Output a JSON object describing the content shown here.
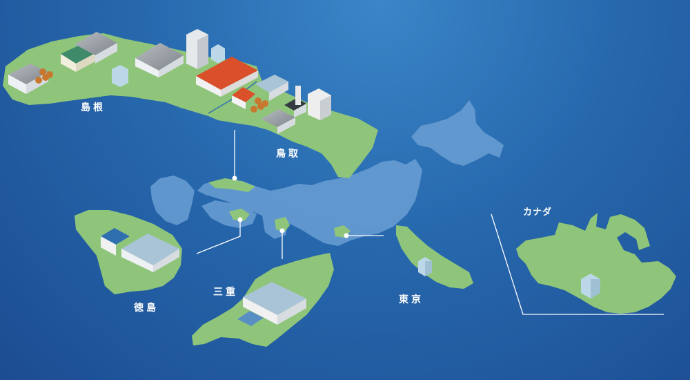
{
  "locations": {
    "shimane": "島根",
    "tottori": "鳥取",
    "tokushima": "徳島",
    "mie": "三重",
    "tokyo": "東京",
    "canada": "カナダ"
  },
  "colors": {
    "sea_light": "#3a86c8",
    "sea_dark": "#1c4c92",
    "land": "#8fc57a",
    "japan_silhouette": "#6a9fd4",
    "connector_line": "#ffffff",
    "roof_red": "#d9502b",
    "roof_green": "#3f8a6b",
    "roof_gray": "#8c9197",
    "roof_blue": "#8fb5cf"
  },
  "icons": [
    "factory-icon",
    "warehouse-icon",
    "office-building-icon",
    "lumber-pile-icon",
    "chimney-icon"
  ]
}
